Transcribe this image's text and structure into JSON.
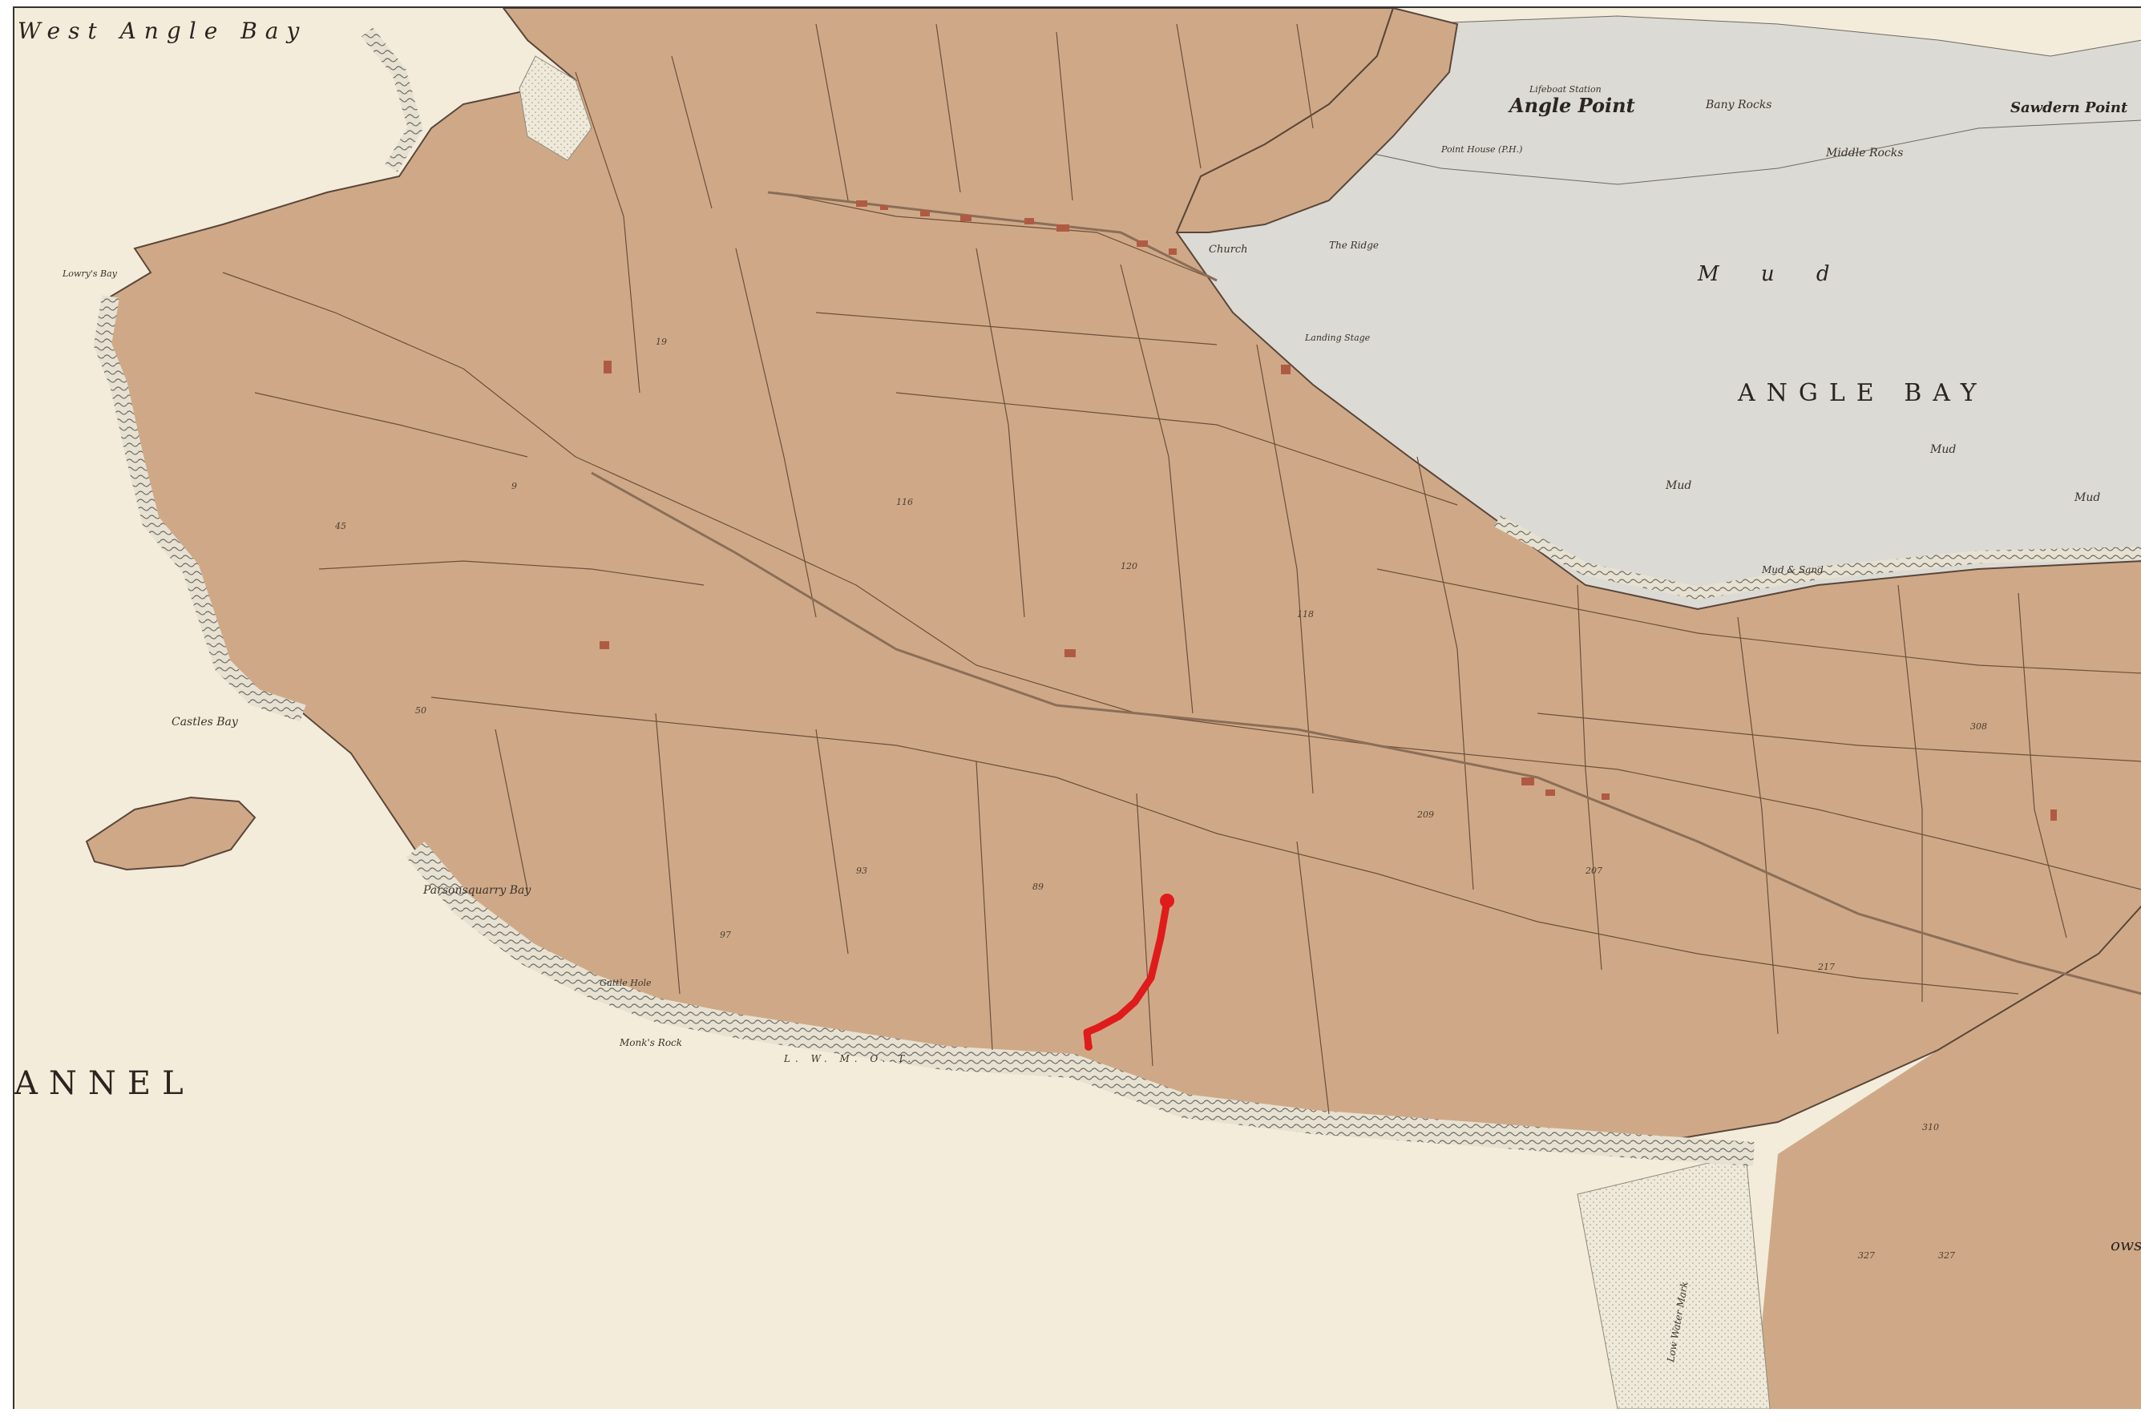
{
  "map": {
    "colors": {
      "sea": "#f4ecda",
      "land": "#cfa987",
      "mud": "#dcdad4",
      "route": "#e01b1b",
      "boundary": "#6b4f3a"
    },
    "labels": {
      "west_angle_bay": "West Angle Bay",
      "angle_point": "Angle Point",
      "angle_point_small": "Lifeboat Station",
      "point_house": "Point House (P.H.)",
      "bany_rocks": "Bany Rocks",
      "middle_rocks": "Middle Rocks",
      "sawdern_point": "Sawdern Point",
      "mud_large": "M u d",
      "mud_small": "Mud",
      "mud_and_sand": "Mud & Sand",
      "angle_bay": "ANGLE BAY",
      "church": "Church",
      "the_ridge": "The Ridge",
      "landing_stage": "Landing Stage",
      "lowrys_bay": "Lowry's Bay",
      "castles_bay": "Castles Bay",
      "parsonsquarry_bay": "Parsonsquarry Bay",
      "guttle_hole": "Guttle Hole",
      "monks_rock": "Monk's Rock",
      "lwmot": "L. W. M. O. T.",
      "channel": "ANNEL",
      "low_water_mark": "Low Water Mark",
      "ows": "ows"
    },
    "route": {
      "description_visible": false
    }
  }
}
